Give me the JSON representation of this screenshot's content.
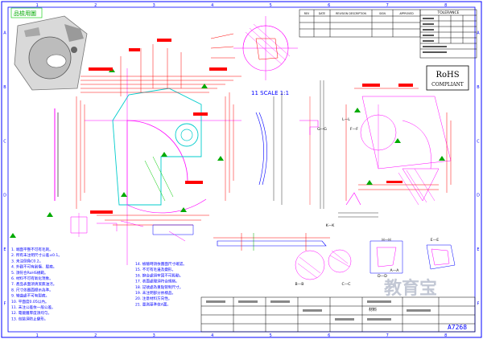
{
  "drawing": {
    "grid_columns": [
      "1",
      "2",
      "3",
      "4",
      "5",
      "6",
      "7",
      "8"
    ],
    "grid_rows": [
      "A",
      "B",
      "C",
      "D",
      "E",
      "F"
    ],
    "photo_label": "品檢用圖",
    "scale_label": "11  SCALE 1:1",
    "rohs": {
      "line1": "RoHS",
      "line2": "COMPLIANT"
    },
    "title_block": {
      "part_no": "A7268",
      "material_label": "材料",
      "watermark": "教育宝"
    },
    "revision_headers": [
      "REV",
      "DATE",
      "REVISION DESCRIPTION",
      "SIGN",
      "APPROVED"
    ],
    "tolerance_title": "TOLERANCE",
    "section_labels": [
      "G—G",
      "F—F",
      "L—L",
      "A—A",
      "B—B",
      "C—C",
      "D—D",
      "E—E",
      "H—H",
      "K—K"
    ],
    "notes": [
      "1. 端面平整不可有毛刺。",
      "2. 所有未注明尺寸公差±0.1。",
      "3. 未注倒角C0.2。",
      "4. 外觀不可有刮傷、壓痕。",
      "5. 須符合RoHS規範。",
      "6. 材料不可有氧化現象。",
      "7. 產品表面須清潔無油污。",
      "8. 尺寸依圖面標示為準。",
      "9. 彎曲處不可有裂痕。",
      "10. 平面度0.05以內。",
      "11. 未注公差依一般公差。",
      "12. 電鍍層厚度須均勻。",
      "13. 包裝須防止變形。"
    ],
    "notes_right": [
      "14. 檢驗時須依圖面尺寸確認。",
      "15. 不可有毛邊及變形。",
      "16. 鉚合處須牢固不可鬆動。",
      "17. 表面處理須符合規格。",
      "18. 記號處為重點管制尺寸。",
      "19. 未注明部分依樣品。",
      "20. 注意材料方向性。",
      "21. 量測基準依A面。"
    ]
  }
}
